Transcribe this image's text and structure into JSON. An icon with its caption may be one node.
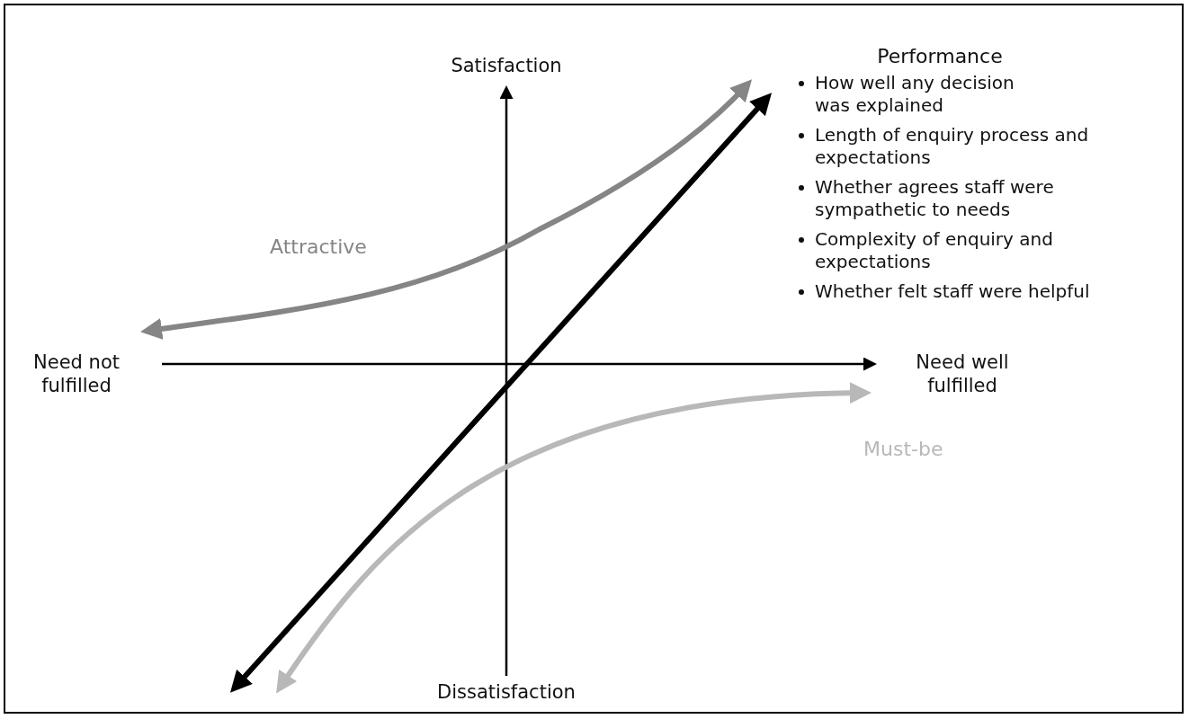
{
  "diagram": {
    "labels": [
      "Satisfaction",
      "Performance",
      "How well any decision was explained",
      "Length of enquiry process and expectations",
      "Whether agrees staff were sympathetic to needs",
      "Complexity of enquiry and expectations",
      "Whether felt staff were helpful",
      "Attractive",
      "Need not fulfilled",
      "Need well fulfilled",
      "Must-be",
      "Dissatisfaction"
    ]
  }
}
